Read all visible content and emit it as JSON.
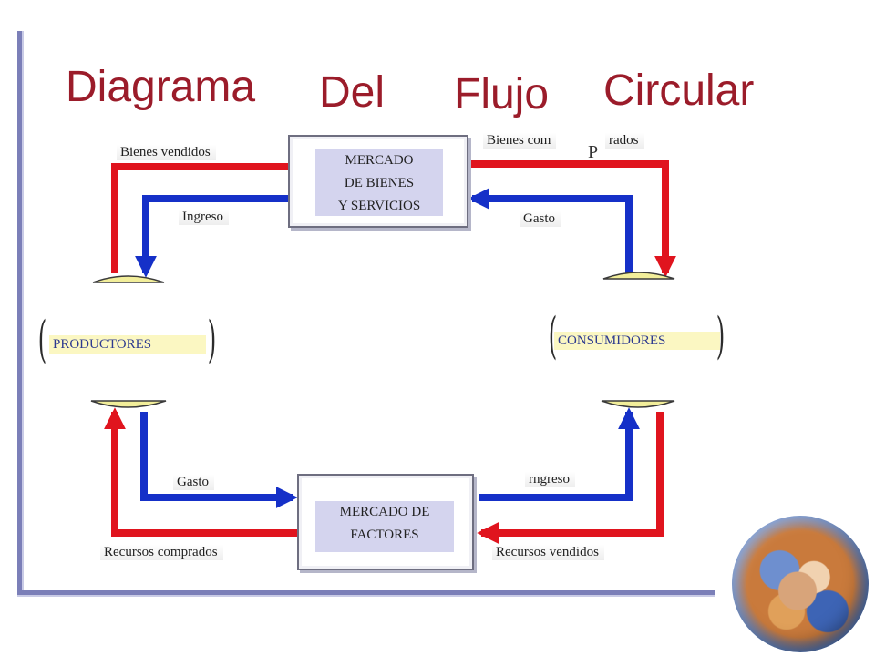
{
  "title": {
    "word1": "Diagrama",
    "word2": "Del",
    "word3": "Flujo",
    "word4": "Circular"
  },
  "markets": {
    "goods": {
      "line1": "MERCADO",
      "line2": "DE BIENES",
      "line3": "Y SERVICIOS"
    },
    "factors": {
      "line1": "MERCADO DE",
      "line2": "FACTORES"
    }
  },
  "agents": {
    "producers": "PRODUCTORES",
    "consumers": "CONSUMIDORES"
  },
  "flows": {
    "goods_sold": "Bienes vendidos",
    "income_top": "Ingreso",
    "goods_bought_a": "Bienes com",
    "goods_bought_b": "rados",
    "goods_bought_glyph": "P",
    "spending_top": "Gasto",
    "spending_bottom": "Gasto",
    "resources_bought": "Recursos comprados",
    "income_bottom": "rngreso",
    "resources_sold": "Recursos vendidos"
  },
  "colors": {
    "title": "#9b1c2a",
    "real_flow": "#e0141e",
    "money_flow": "#1530c8",
    "agent_fill": "#fbf7c2",
    "market_fill": "#d4d4ee"
  }
}
